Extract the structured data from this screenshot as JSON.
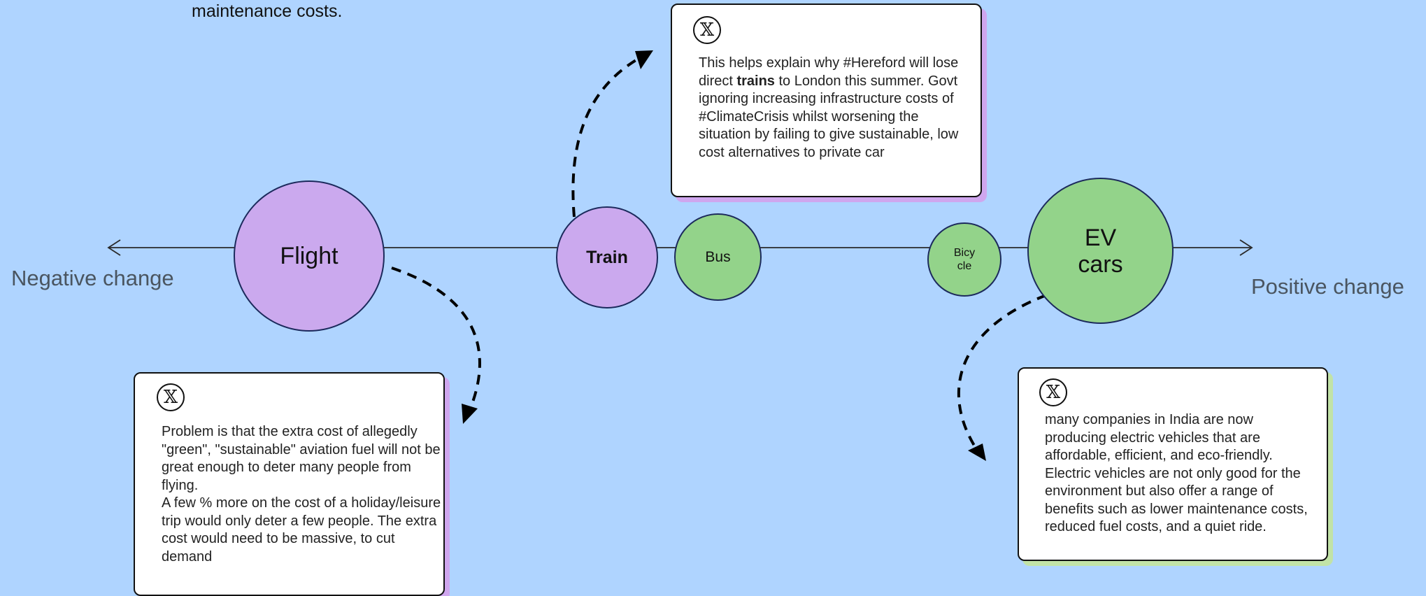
{
  "top_text": "maintenance costs.",
  "axis": {
    "negative_label": "Negative change",
    "positive_label": "Positive change"
  },
  "nodes": [
    {
      "id": "flight",
      "label": "Flight",
      "polarity": "negative"
    },
    {
      "id": "train",
      "label": "Train",
      "polarity": "negative"
    },
    {
      "id": "bus",
      "label": "Bus",
      "polarity": "positive"
    },
    {
      "id": "bicycle",
      "label_line1": "Bicy",
      "label_line2": "cle",
      "polarity": "positive"
    },
    {
      "id": "ev-cars",
      "label_line1": "EV",
      "label_line2": "cars",
      "polarity": "positive"
    }
  ],
  "tweets": {
    "train": {
      "platform_icon": "x-logo-icon",
      "text_before": "This helps explain why #Hereford will lose direct ",
      "text_bold": "trains",
      "text_after": " to London this summer. Govt ignoring increasing infrastructure costs of #ClimateCrisis whilst worsening the situation by failing to give sustainable, low cost alternatives to private car"
    },
    "flight": {
      "platform_icon": "x-logo-icon",
      "text_line1": "Problem is that the extra cost of allegedly \"green\", \"sustainable\" aviation fuel will not be great enough to deter many people from flying.",
      "text_line2": "A few % more on the cost of a holiday/leisure trip would only deter a few people. The extra cost would need to be massive, to cut demand"
    },
    "ev": {
      "platform_icon": "x-logo-icon",
      "text": "many companies in India are now producing electric vehicles that are affordable, efficient, and eco-friendly. Electric vehicles are not only good for the environment but also offer a range of benefits such as lower maintenance costs, reduced fuel costs, and a quiet ride."
    }
  },
  "colors": {
    "background": "#afd4ff",
    "negative": "#cba9ee",
    "positive": "#93d38a",
    "outline": "#1c2a5c"
  }
}
